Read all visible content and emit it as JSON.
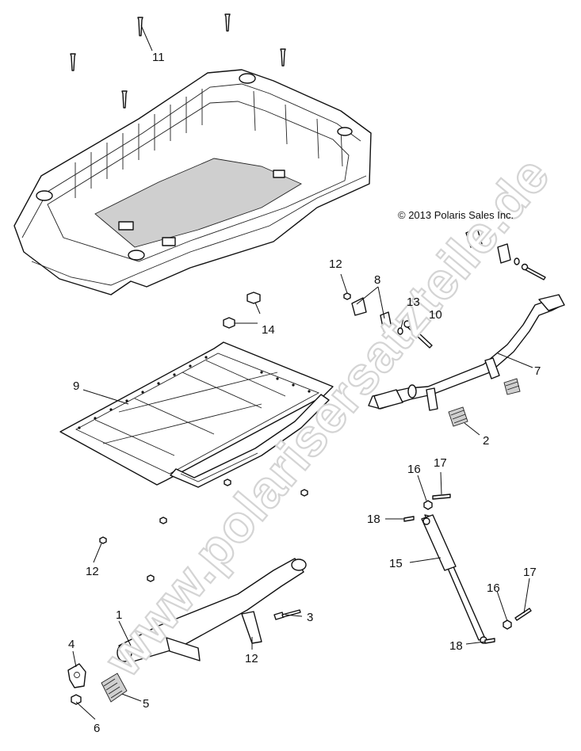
{
  "copyright": "© 2013 Polaris Sales Inc.",
  "watermark": "www.polarisersatzteile.de",
  "callouts": {
    "c1": "1",
    "c2": "2",
    "c3": "3",
    "c4": "4",
    "c5": "5",
    "c6": "6",
    "c7": "7",
    "c8": "8",
    "c9": "9",
    "c10": "10",
    "c11": "11",
    "c12a": "12",
    "c12b": "12",
    "c12c": "12",
    "c13": "13",
    "c14": "14",
    "c15": "15",
    "c16a": "16",
    "c16b": "16",
    "c17a": "17",
    "c17b": "17",
    "c18a": "18",
    "c18b": "18"
  }
}
